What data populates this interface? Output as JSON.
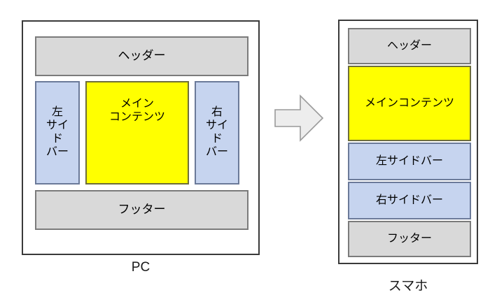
{
  "diagram": {
    "pc": {
      "caption": "PC",
      "header": {
        "label": "ヘッダー"
      },
      "left_sidebar": {
        "label": "左\nサイ\nド\nバー"
      },
      "main_content": {
        "label": "メイン\nコンテンツ"
      },
      "right_sidebar": {
        "label": "右\nサイ\nド\nバー"
      },
      "footer": {
        "label": "フッター"
      }
    },
    "arrow": {
      "icon": "right-arrow-icon"
    },
    "mobile": {
      "caption": "スマホ",
      "blocks": [
        {
          "label": "ヘッダー",
          "style": "gray"
        },
        {
          "label": "メインコンテンツ",
          "style": "yellow"
        },
        {
          "label": "左サイドバー",
          "style": "blue"
        },
        {
          "label": "右サイドバー",
          "style": "blue"
        },
        {
          "label": "フッター",
          "style": "gray"
        }
      ]
    },
    "colors": {
      "gray_fill": "#d9d9d9",
      "blue_fill": "#c6d4ef",
      "yellow_fill": "#ffff00",
      "panel_border": "#3a3a3a",
      "box_border": "#7b7b7b",
      "arrow_fill": "#ededed",
      "arrow_border": "#9a9a9a",
      "background": "#ffffff"
    }
  }
}
